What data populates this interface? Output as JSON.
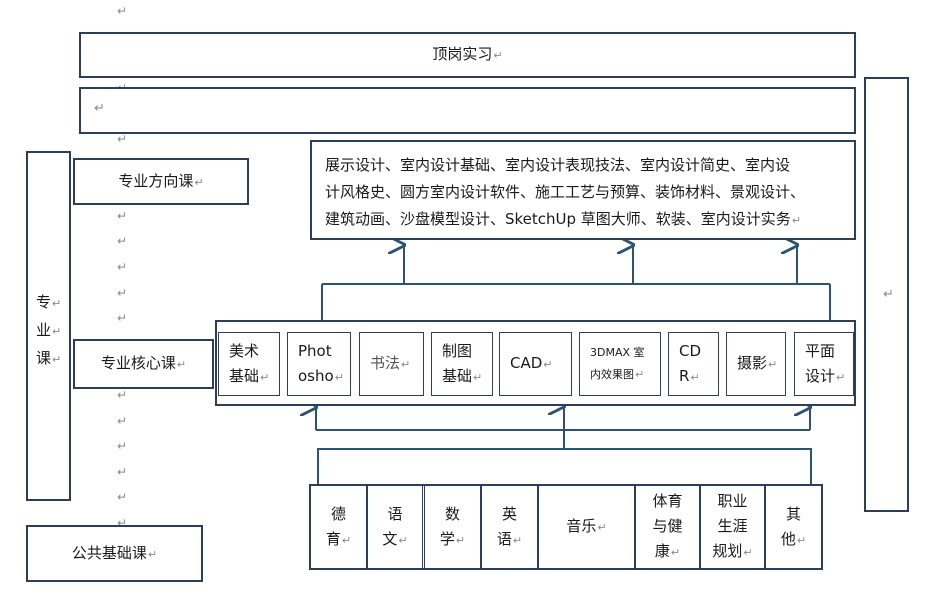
{
  "para_mark": "↵",
  "top": {
    "internship": "顶岗实习"
  },
  "left": {
    "professional_course": [
      "专",
      "业",
      "课"
    ],
    "direction_course": "专业方向课",
    "core_course": "专业核心课",
    "public_course": "公共基础课"
  },
  "direction_subjects": [
    "展示设计、室内设计基础、室内设计表现技法、室内设计简史、室内设",
    "计风格史、圆方室内设计软件、施工工艺与预算、装饰材料、景观设计、",
    "建筑动画、沙盘模型设计、SketchUp 草图大师、软装、室内设计实务"
  ],
  "core_subjects": [
    {
      "lines": [
        "美术",
        "基础"
      ]
    },
    {
      "lines": [
        "Phot",
        "osho"
      ]
    },
    {
      "lines": [
        "书法"
      ]
    },
    {
      "lines": [
        "制图",
        "基础"
      ]
    },
    {
      "lines": [
        "CAD"
      ]
    },
    {
      "lines": [
        "3DMAX 室",
        "内效果图"
      ]
    },
    {
      "lines": [
        "CD",
        "R"
      ]
    },
    {
      "lines": [
        "摄影"
      ]
    },
    {
      "lines": [
        "平面",
        "设计"
      ]
    }
  ],
  "public_subjects": [
    {
      "lines": [
        "德",
        "育"
      ]
    },
    {
      "lines": [
        "语",
        "文"
      ]
    },
    {
      "lines": [
        "数",
        "学"
      ]
    },
    {
      "lines": [
        "英",
        "语"
      ]
    },
    {
      "lines": [
        "音乐"
      ]
    },
    {
      "lines": [
        "体育",
        "与健",
        "康"
      ]
    },
    {
      "lines": [
        "职业",
        "生涯",
        "规划"
      ]
    },
    {
      "lines": [
        "其",
        "他"
      ]
    }
  ]
}
